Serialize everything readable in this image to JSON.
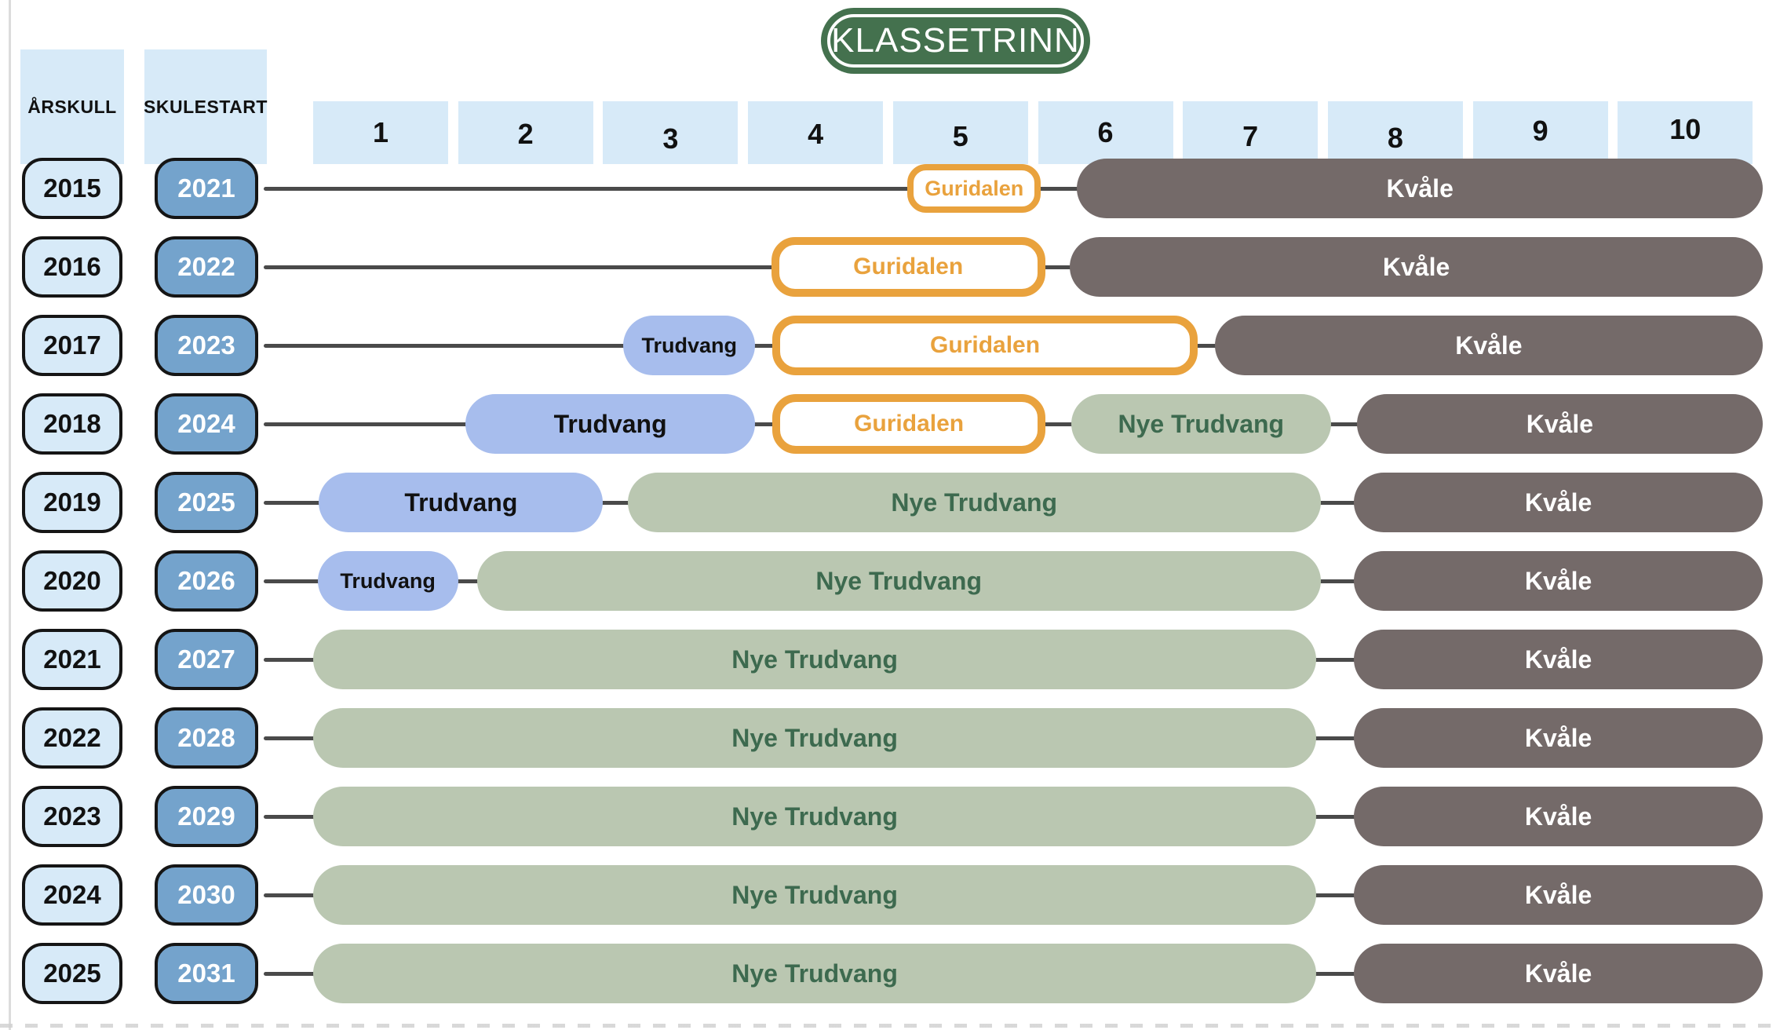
{
  "title": "KLASSETRINN",
  "columns": {
    "arskull": "ÅRSKULL",
    "skulestart": "SKULESTART"
  },
  "grades": [
    "1",
    "2",
    "3",
    "4",
    "5",
    "6",
    "7",
    "8",
    "9",
    "10"
  ],
  "schools": {
    "trudvang": {
      "label": "Trudvang",
      "fill": "#A7BDED",
      "text": "#111111"
    },
    "guridalen": {
      "label": "Guridalen",
      "fill": "#FFFFFF",
      "text": "#E9A23D",
      "border": "#E9A23D"
    },
    "nye_trudvang": {
      "label": "Nye Trudvang",
      "fill": "#BAC7B1",
      "text": "#3D6A4F"
    },
    "kvale": {
      "label": "Kvåle",
      "fill": "#746A69",
      "text": "#FFFFFF"
    }
  },
  "colors": {
    "header_box": "#D7EAF8",
    "arskull_pill": "#D7EAF8",
    "arskull_text": "#111111",
    "skulestart_pill": "#74A3CC",
    "skulestart_text": "#FFFFFF",
    "pill_border": "#151515",
    "connector_line": "#4A4A4A",
    "title_pill": "#44714E",
    "title_text": "#FFFFFF",
    "edge_rule": "#DCDCDC"
  },
  "rows": [
    {
      "arskull": "2015",
      "skulestart": "2021",
      "segments": [
        {
          "school": "guridalen",
          "from": 4.1,
          "to": 5.02,
          "variant": "small"
        },
        {
          "school": "kvale",
          "from": 5.27,
          "to": 10
        }
      ]
    },
    {
      "arskull": "2016",
      "skulestart": "2022",
      "segments": [
        {
          "school": "guridalen",
          "from": 3.16,
          "to": 5.05
        },
        {
          "school": "kvale",
          "from": 5.22,
          "to": 10
        }
      ]
    },
    {
      "arskull": "2017",
      "skulestart": "2023",
      "segments": [
        {
          "school": "trudvang",
          "from": 2.14,
          "to": 3.05,
          "variant": "narrowfont"
        },
        {
          "school": "guridalen",
          "from": 3.17,
          "to": 6.1
        },
        {
          "school": "kvale",
          "from": 6.22,
          "to": 10
        }
      ]
    },
    {
      "arskull": "2018",
      "skulestart": "2024",
      "segments": [
        {
          "school": "trudvang",
          "from": 1.05,
          "to": 3.05
        },
        {
          "school": "guridalen",
          "from": 3.17,
          "to": 5.05
        },
        {
          "school": "nye_trudvang",
          "from": 5.23,
          "to": 7.02
        },
        {
          "school": "kvale",
          "from": 7.2,
          "to": 10
        }
      ]
    },
    {
      "arskull": "2019",
      "skulestart": "2025",
      "segments": [
        {
          "school": "trudvang",
          "from": 0.04,
          "to": 2.0
        },
        {
          "school": "nye_trudvang",
          "from": 2.17,
          "to": 6.95
        },
        {
          "school": "kvale",
          "from": 7.18,
          "to": 10
        }
      ]
    },
    {
      "arskull": "2020",
      "skulestart": "2026",
      "segments": [
        {
          "school": "trudvang",
          "from": 0.03,
          "to": 1.0,
          "variant": "narrowfont"
        },
        {
          "school": "nye_trudvang",
          "from": 1.13,
          "to": 6.95
        },
        {
          "school": "kvale",
          "from": 7.18,
          "to": 10
        }
      ]
    },
    {
      "arskull": "2021",
      "skulestart": "2027",
      "segments": [
        {
          "school": "nye_trudvang",
          "from": 0.0,
          "to": 6.92
        },
        {
          "school": "kvale",
          "from": 7.18,
          "to": 10
        }
      ]
    },
    {
      "arskull": "2022",
      "skulestart": "2028",
      "segments": [
        {
          "school": "nye_trudvang",
          "from": 0.0,
          "to": 6.92
        },
        {
          "school": "kvale",
          "from": 7.18,
          "to": 10
        }
      ]
    },
    {
      "arskull": "2023",
      "skulestart": "2029",
      "segments": [
        {
          "school": "nye_trudvang",
          "from": 0.0,
          "to": 6.92
        },
        {
          "school": "kvale",
          "from": 7.18,
          "to": 10
        }
      ]
    },
    {
      "arskull": "2024",
      "skulestart": "2030",
      "segments": [
        {
          "school": "nye_trudvang",
          "from": 0.0,
          "to": 6.92
        },
        {
          "school": "kvale",
          "from": 7.18,
          "to": 10
        }
      ]
    },
    {
      "arskull": "2025",
      "skulestart": "2031",
      "segments": [
        {
          "school": "nye_trudvang",
          "from": 0.0,
          "to": 6.92
        },
        {
          "school": "kvale",
          "from": 7.18,
          "to": 10
        }
      ]
    }
  ]
}
